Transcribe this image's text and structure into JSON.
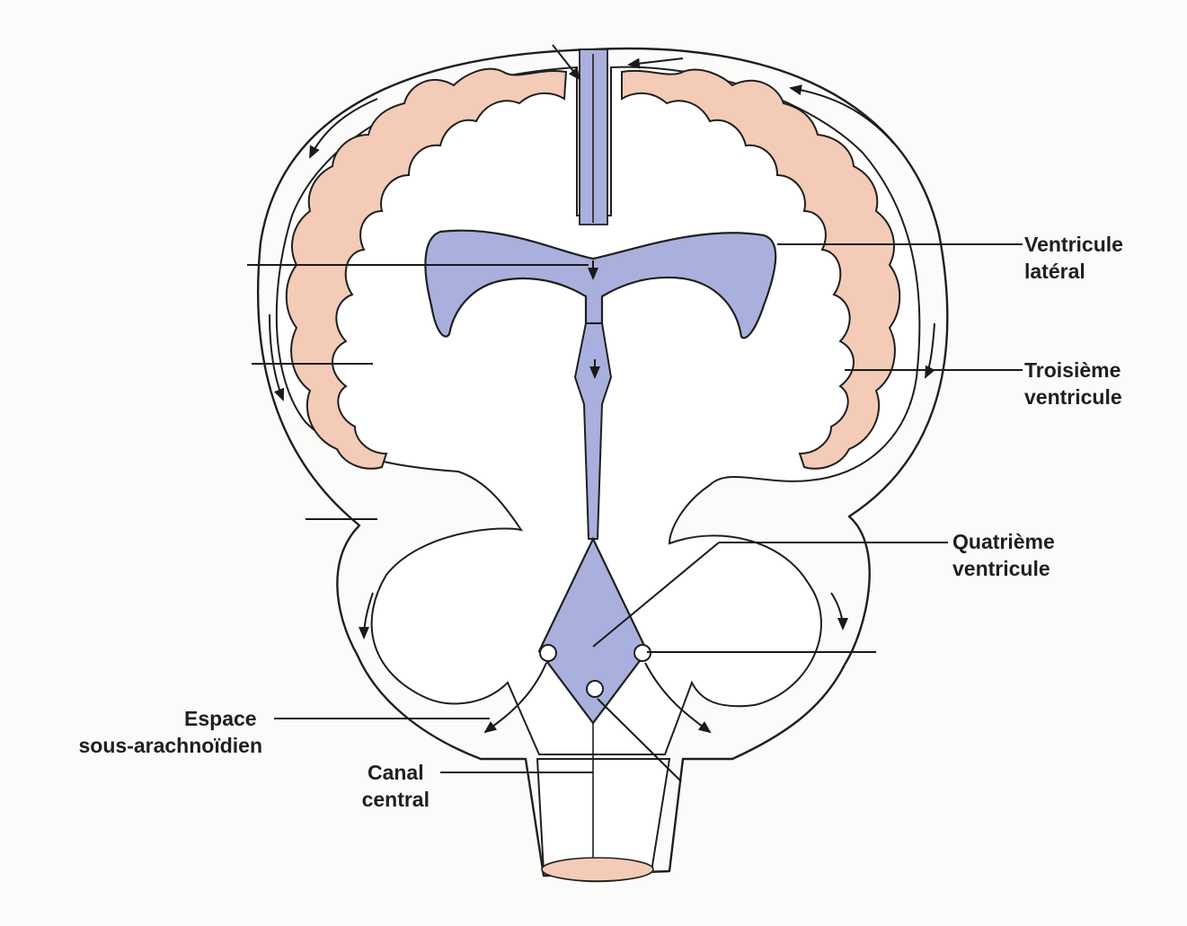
{
  "colors": {
    "csf": "#aab0dd",
    "cortex": "#f3cbb6",
    "brain": "#ffffff",
    "line": "#1f1f1f",
    "background": "#fbfbf9"
  },
  "labels": {
    "lateral_ventricle": [
      "Ventricule",
      "latéral"
    ],
    "third_ventricle": [
      "Troisième",
      "ventricule"
    ],
    "fourth_ventricle": [
      "Quatrième",
      "ventricule"
    ],
    "subarachnoid_space": [
      "Espace",
      "sous-arachnoïdien"
    ],
    "central_canal": [
      "Canal",
      "central"
    ]
  }
}
